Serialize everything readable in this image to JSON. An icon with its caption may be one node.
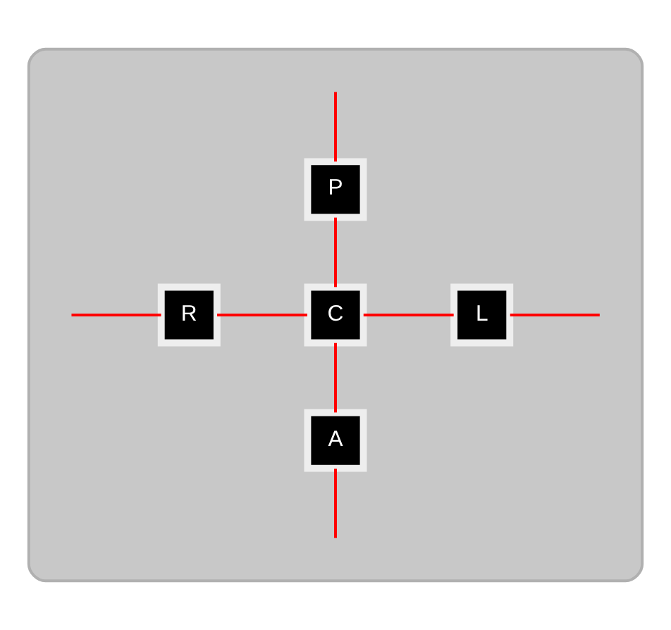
{
  "diagram": {
    "nodes": [
      {
        "text": [],
        "shape": "cylinder"
      },
      {
        "text": [
          "P"
        ],
        "in": 0
      },
      {
        "text": [
          "R"
        ],
        "in": 0
      },
      {
        "text": [
          "C"
        ],
        "in": 0
      },
      {
        "text": [
          "L"
        ],
        "in": 0
      },
      {
        "text": [
          "A"
        ],
        "in": 0
      }
    ],
    "edges": [
      {
        "from": null,
        "to": 1,
        "arrow": "none"
      },
      {
        "from": 1,
        "to": 3,
        "arrow": "none"
      },
      {
        "from": null,
        "to": 2,
        "arrow": "none"
      },
      {
        "from": 2,
        "to": 3,
        "arrow": "none"
      },
      {
        "from": 3,
        "to": 4,
        "arrow": "none"
      },
      {
        "from": 4,
        "to": null,
        "arrow": "none"
      },
      {
        "from": 3,
        "to": 5,
        "arrow": "none"
      },
      {
        "from": 5,
        "to": null,
        "arrow": "none"
      }
    ]
  }
}
